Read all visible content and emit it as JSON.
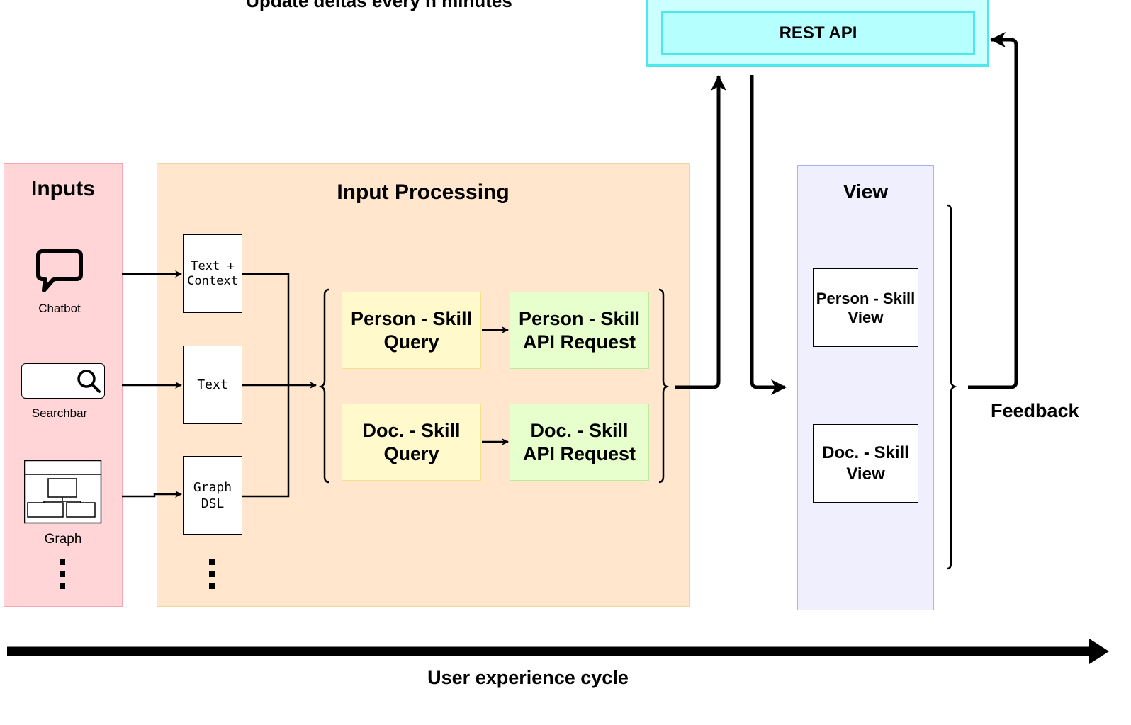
{
  "top_note": "Update deltas every n minutes",
  "rest_api": {
    "label": "REST API"
  },
  "inputs": {
    "title": "Inputs",
    "items": [
      {
        "label": "Chatbot",
        "icon": "speech-bubble-icon"
      },
      {
        "label": "Searchbar",
        "icon": "search-icon"
      },
      {
        "label": "Graph",
        "icon": "graph-icon"
      }
    ]
  },
  "processing": {
    "title": "Input Processing",
    "formats": [
      "Text +\nContext",
      "Text",
      "Graph\nDSL"
    ],
    "queries": [
      {
        "query": "Person - Skill\nQuery",
        "request": "Person - Skill\nAPI Request"
      },
      {
        "query": "Doc. - Skill\nQuery",
        "request": "Doc. - Skill\nAPI Request"
      }
    ]
  },
  "view": {
    "title": "View",
    "items": [
      "Person - Skill\nView",
      "Doc. - Skill\nView"
    ]
  },
  "feedback_label": "Feedback",
  "timeline_label": "User experience cycle",
  "colors": {
    "inputs_bg": "#FFD5D7",
    "inputs_border": "#F4A7AE",
    "processing_bg": "#FFE6CC",
    "processing_border": "#F7D3A8",
    "query_bg": "#FFF9CC",
    "query_border": "#F2E28A",
    "request_bg": "#E6FFCC",
    "request_border": "#BEEA9C",
    "view_bg": "#EFEFFD",
    "view_border": "#A9B5E6",
    "rest_bg": "#B5FFFF",
    "rest_border": "#4DE8EC"
  }
}
